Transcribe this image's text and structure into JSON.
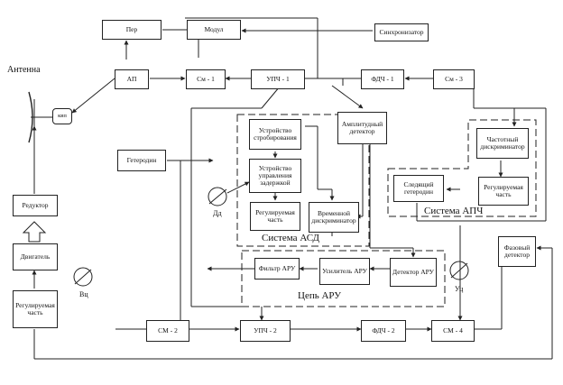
{
  "blocks": {
    "per": "Пер",
    "modul": "Модул",
    "sync": "Синхронизатор",
    "ap": "АП",
    "sm1": "См - 1",
    "upch1": "УПЧ - 1",
    "fdch1": "ФДЧ - 1",
    "sm3": "См - 3",
    "kvp": "квп",
    "strob": "Устройство стробирования",
    "ampdet": "Амплитудный детектор",
    "freqdisc": "Частотный дискриминатор",
    "geterodin": "Гетеродин",
    "delayctl": "Устройство управления задержкой",
    "track_het": "Следящий гетеродин",
    "reg_part_apch": "Регулируемая часть",
    "reducer": "Редуктор",
    "reg_part_asd": "Регулируемая часть",
    "time_disc": "Временной дискриминатор",
    "motor": "Двигатель",
    "phase_det": "Фазовый детектор",
    "aru_filter": "Фильтр АРУ",
    "aru_amp": "Усилитель АРУ",
    "aru_det": "Детектор АРУ",
    "reg_part_main": "Регулируемая часть",
    "sm2": "СМ - 2",
    "upch2": "УПЧ - 2",
    "fdch2": "ФДЧ - 2",
    "sm4": "СМ - 4"
  },
  "labels": {
    "antenna": "Антенна",
    "dd": "Дд",
    "vts": "Вц",
    "uts": "Уц"
  },
  "groups": {
    "asd": "Система АСД",
    "apch": "Система АПЧ",
    "aru": "Цепь АРУ"
  },
  "colors": {
    "line": "#222222",
    "marker": "#5b5bd6"
  }
}
